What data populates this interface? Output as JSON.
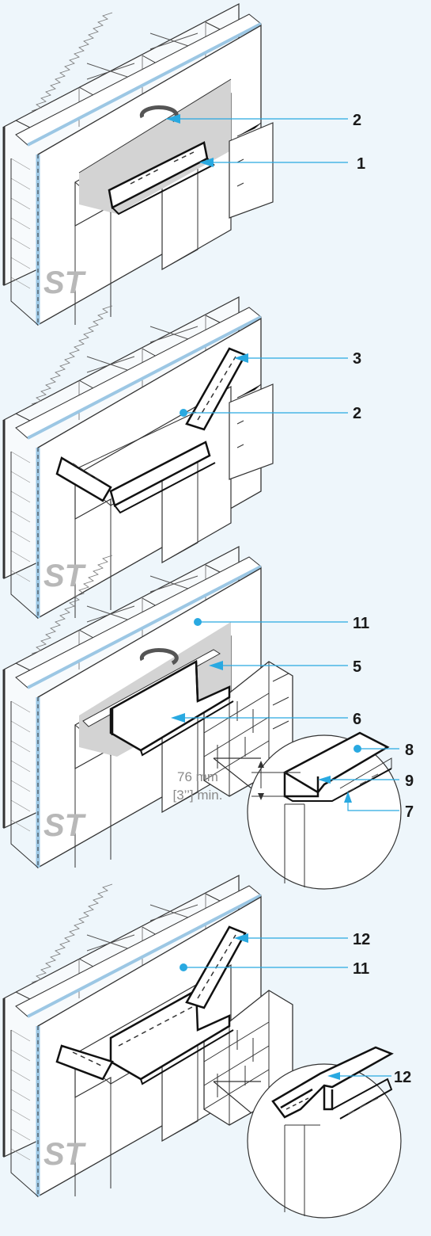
{
  "figure": {
    "panels": [
      {
        "id": "p1",
        "callouts": [
          "2",
          "1"
        ]
      },
      {
        "id": "p2",
        "callouts": [
          "3",
          "2"
        ]
      },
      {
        "id": "p3",
        "callouts": [
          "11",
          "5",
          "6",
          "8",
          "9",
          "7"
        ]
      },
      {
        "id": "p4",
        "callouts": [
          "12",
          "11",
          "12"
        ]
      }
    ],
    "dimension": {
      "metric": "76 mm",
      "imperial": "[3’’] min."
    },
    "sheathing_mark": "ST"
  },
  "colors": {
    "background": "#eef6fb",
    "leader": "#29a9e1",
    "line": "#2a2a2a",
    "membrane": "#d3d3d3",
    "sheathing_edge": "#9cc7e4",
    "dim_text": "#8a8a8a"
  }
}
